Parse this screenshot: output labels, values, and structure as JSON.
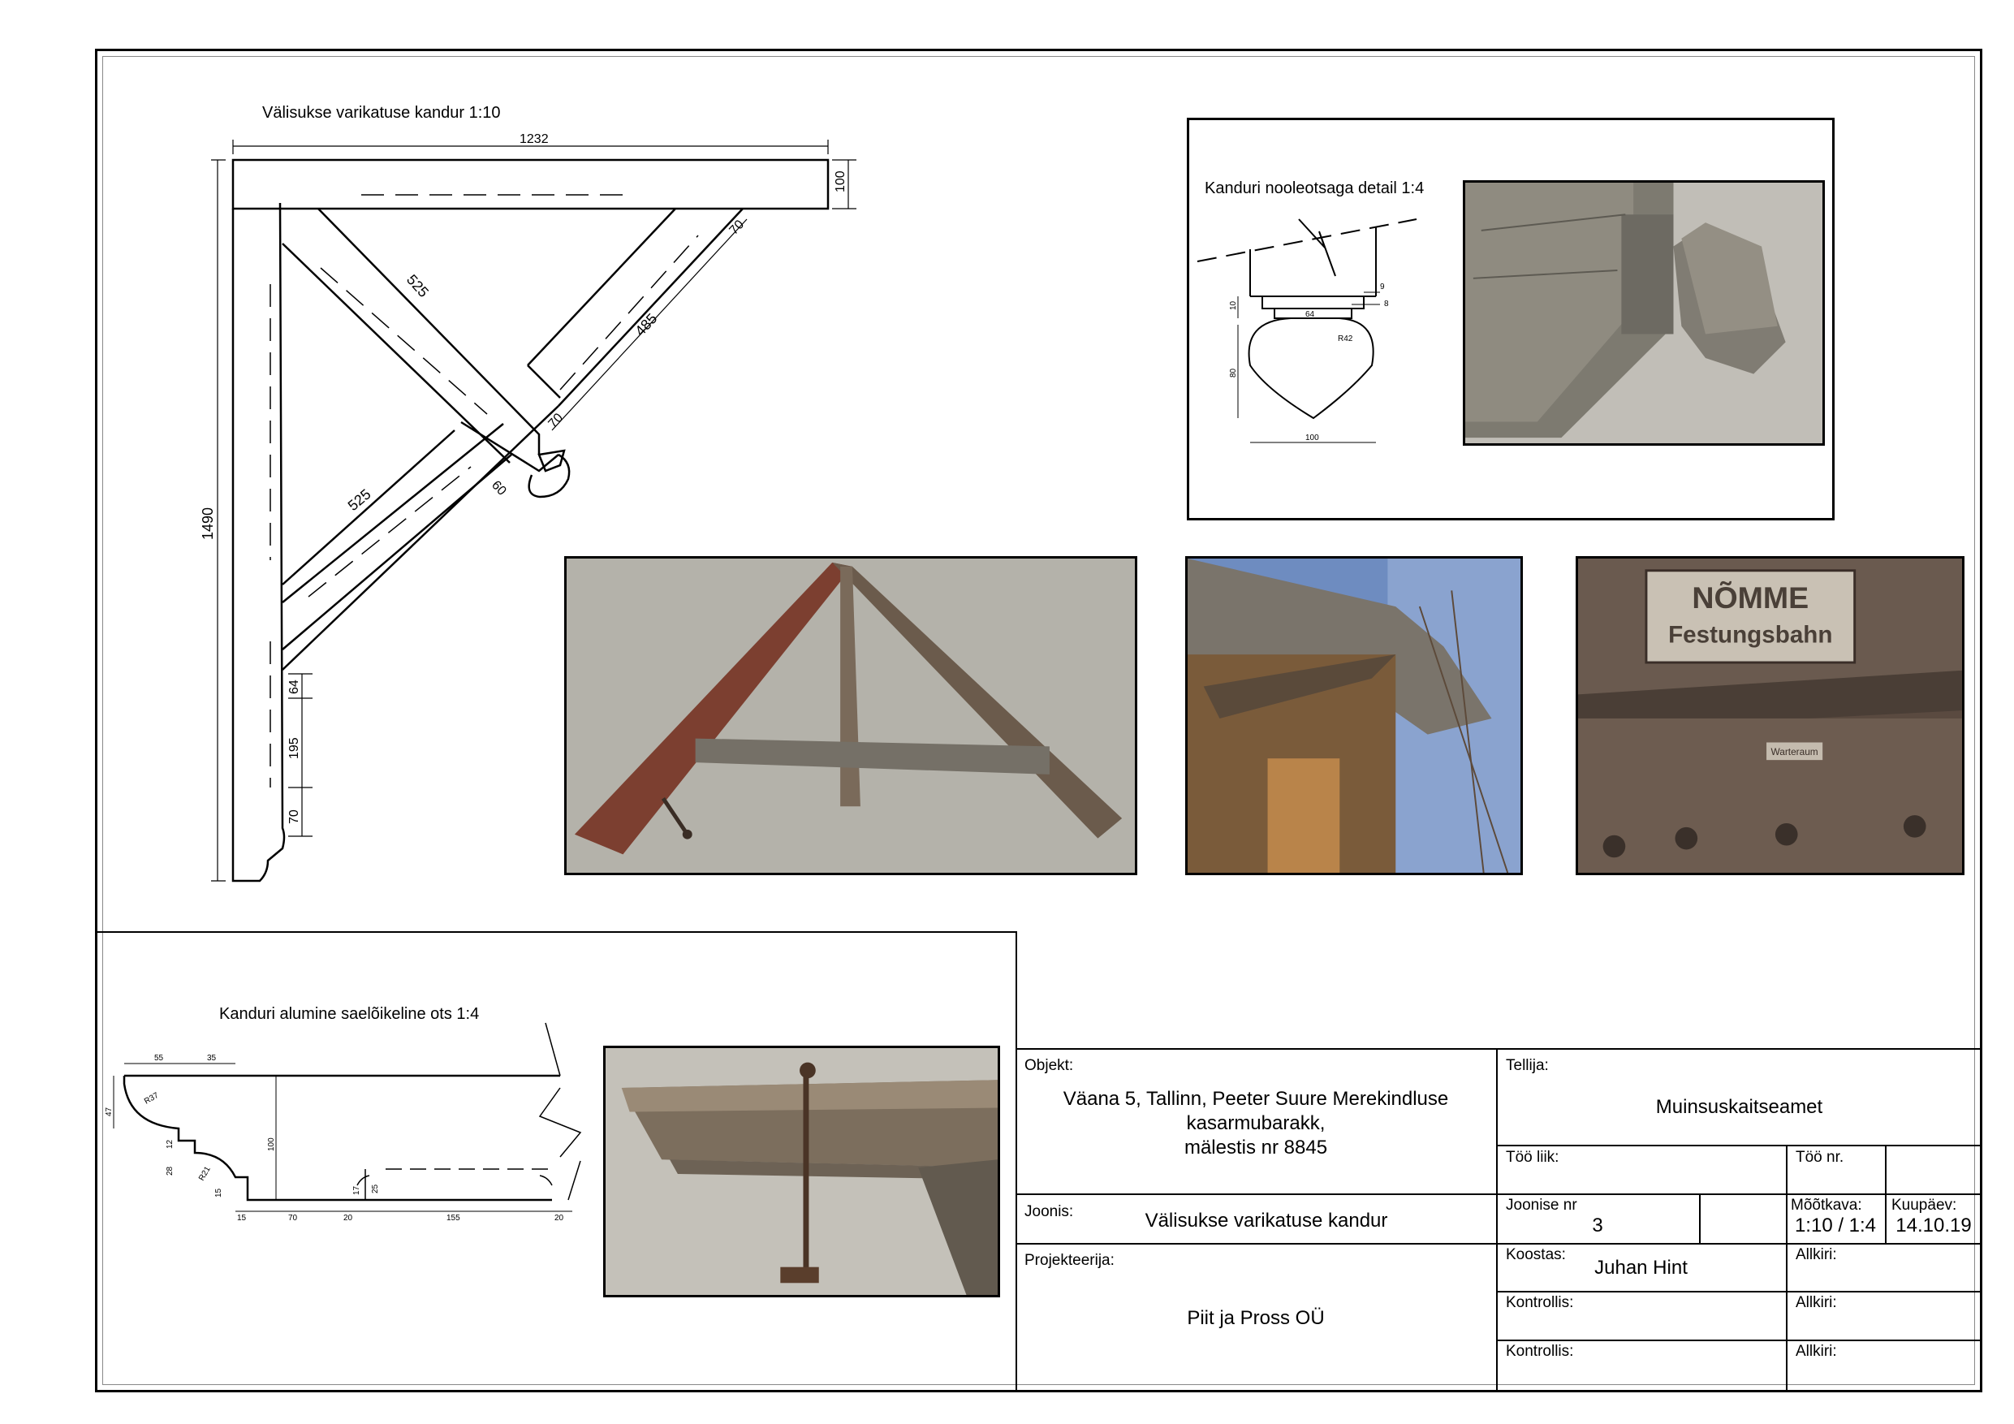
{
  "main_drawing": {
    "title": "Välisukse varikatuse kandur 1:10",
    "dims": {
      "top_width": "1232",
      "top_height": "100",
      "height": "1490",
      "brace_upper": "525",
      "brace_lower": "525",
      "brace_right": "485",
      "w70_a": "70",
      "w70_b": "70",
      "w60": "60",
      "v64": "64",
      "v195": "195",
      "v70": "70"
    }
  },
  "detail_arrow": {
    "title": "Kanduri nooleotsaga detail 1:4",
    "dims": {
      "d9": "9",
      "d8": "8",
      "d10": "10",
      "d64": "64",
      "r42": "R42",
      "d80": "80",
      "d100": "100"
    }
  },
  "detail_bottom": {
    "title": "Kanduri alumine saelõikeline ots 1:4",
    "dims": {
      "d55": "55",
      "d35": "35",
      "d47": "47",
      "r37": "R37",
      "d12": "12",
      "d28": "28",
      "r21": "R21",
      "d15v": "15",
      "d100": "100",
      "d17": "17",
      "d25": "25",
      "d15": "15",
      "d70": "70",
      "d20a": "20",
      "d155": "155",
      "d20b": "20"
    }
  },
  "photos": {
    "historic_sign_line1": "NÕMME",
    "historic_sign_line2": "Festungsbahn",
    "historic_small_sign": "Warteraum"
  },
  "title_block": {
    "objekt_label": "Objekt:",
    "objekt_line1": "Väana 5, Tallinn, Peeter Suure Merekindluse",
    "objekt_line2": "kasarmubarakk,",
    "objekt_line3": "mälestis nr 8845",
    "tellija_label": "Tellija:",
    "tellija_value": "Muinsuskaitseamet",
    "too_liik_label": "Töö liik:",
    "too_nr_label": "Töö nr.",
    "joonis_label": "Joonis:",
    "joonis_value": "Välisukse varikatuse kandur",
    "joonise_nr_label": "Joonise nr",
    "joonise_nr_value": "3",
    "mootkava_label": "Mõõtkava:",
    "mootkava_value": "1:10 / 1:4",
    "kuupaev_label": "Kuupäev:",
    "kuupaev_value": "14.10.19",
    "projekteerija_label": "Projekteerija:",
    "projekteerija_value": "Piit ja Pross OÜ",
    "koostas_label": "Koostas:",
    "koostas_value": "Juhan Hint",
    "kontrollis1_label": "Kontrollis:",
    "kontrollis2_label": "Kontrollis:",
    "allkiri1_label": "Allkiri:",
    "allkiri2_label": "Allkiri:",
    "allkiri3_label": "Allkiri:"
  }
}
